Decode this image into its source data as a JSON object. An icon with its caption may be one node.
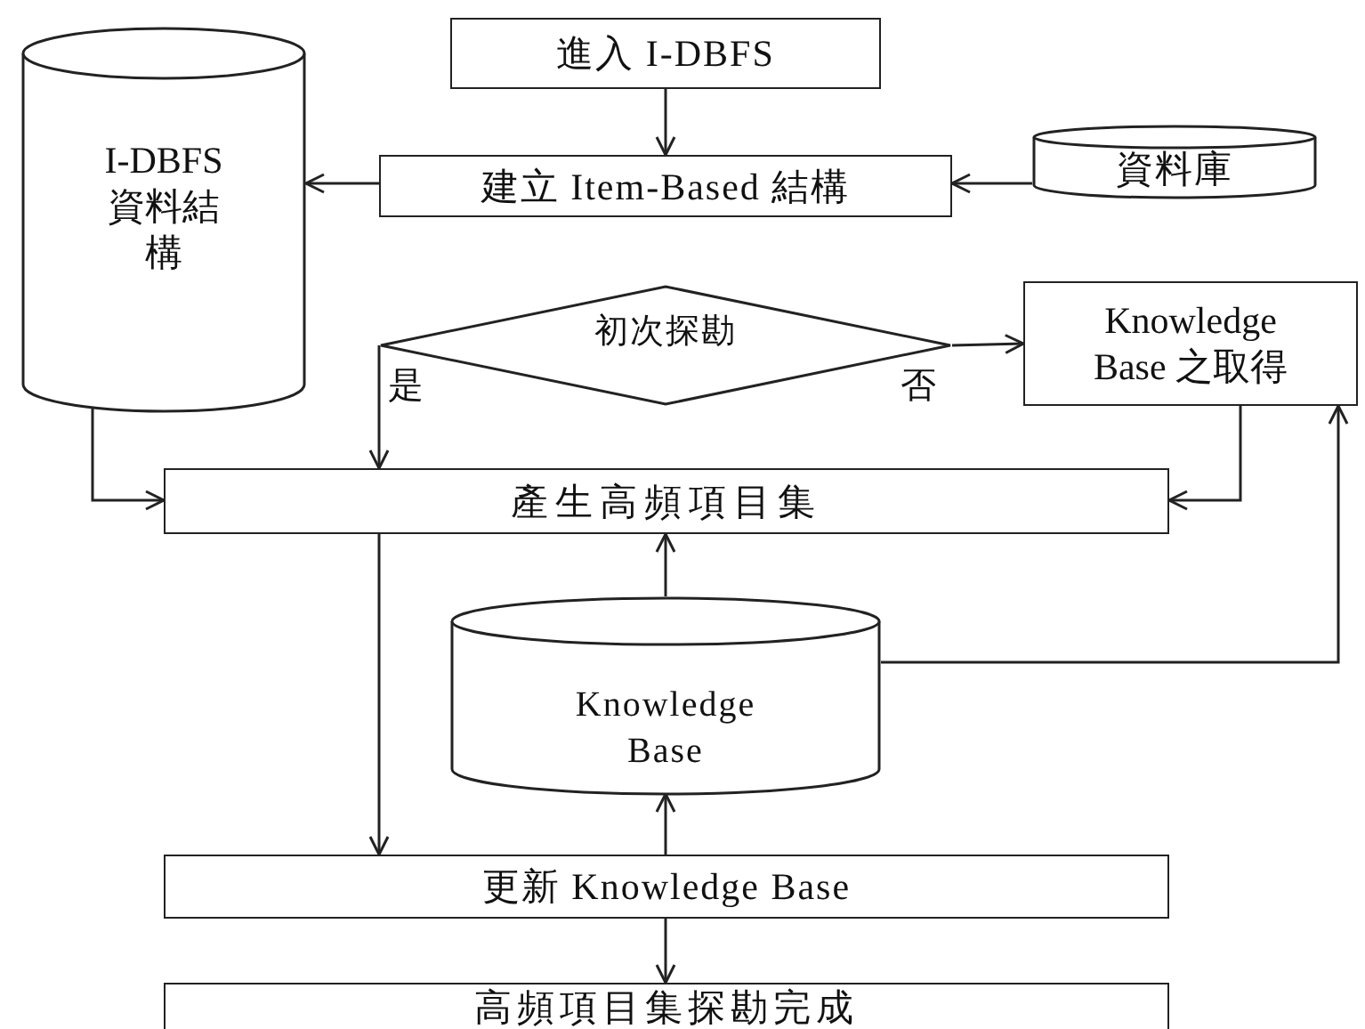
{
  "diagram": {
    "nodes": [
      {
        "text": [
          "進入 I-DBFS"
        ]
      },
      {
        "text": [
          "建立 Item-Based 結構"
        ]
      },
      {
        "text": [
          "I-DBFS 資料結構"
        ]
      },
      {
        "text": [
          "資料庫"
        ]
      },
      {
        "text": [
          "初次探勘"
        ]
      },
      {
        "text": [
          "Knowledge Base 之取得"
        ]
      },
      {
        "text": [
          "產生高頻項目集"
        ]
      },
      {
        "text": [
          "Knowledge Base"
        ]
      },
      {
        "text": [
          "更新 Knowledge Base"
        ]
      },
      {
        "text": [
          "高頻項目集探勘完成"
        ]
      }
    ],
    "edges": [
      {
        "from": 0,
        "to": 1,
        "arrow": "to"
      },
      {
        "from": 1,
        "to": 2,
        "arrow": "to"
      },
      {
        "from": 3,
        "to": 1,
        "arrow": "to"
      },
      {
        "from": 2,
        "to": 6,
        "arrow": "to"
      },
      {
        "from": 4,
        "to": 5,
        "arrow": "to",
        "label": "否"
      },
      {
        "from": 4,
        "to": 6,
        "arrow": "to",
        "label": "是"
      },
      {
        "from": 5,
        "to": 6,
        "arrow": "to"
      },
      {
        "from": 6,
        "to": 8,
        "arrow": "to"
      },
      {
        "from": 7,
        "to": 6,
        "arrow": "to"
      },
      {
        "from": 7,
        "to": 5,
        "arrow": "to"
      },
      {
        "from": 8,
        "to": 7,
        "arrow": "to"
      },
      {
        "from": 8,
        "to": 9,
        "arrow": "to"
      }
    ]
  }
}
